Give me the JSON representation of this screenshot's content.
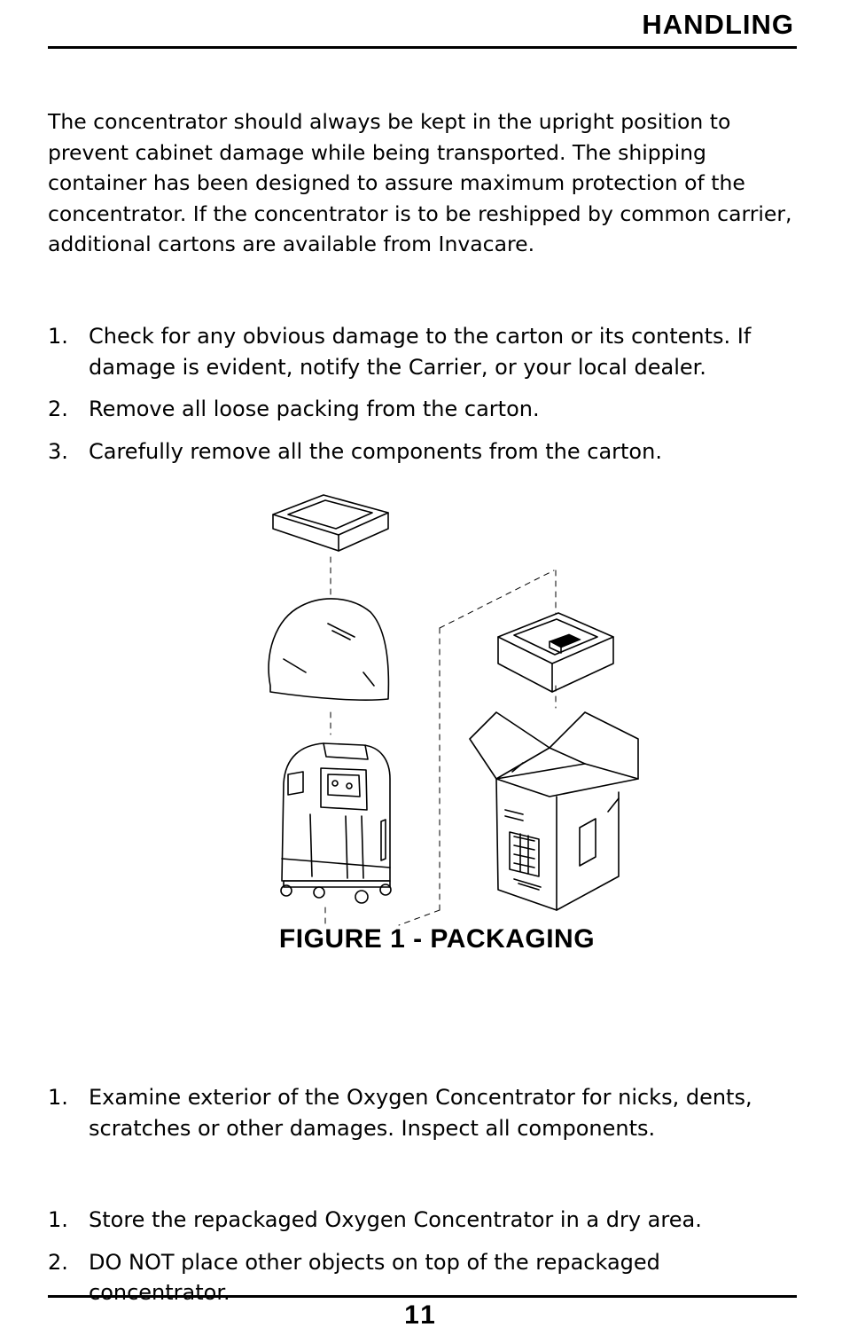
{
  "header": {
    "title": "HANDLING"
  },
  "intro": "The  concentrator should always be kept in the upright position to prevent cabinet damage while being transported. The shipping  container has been designed to assure maximum protection of the concentrator.  If the concentrator is to be reshipped by common carrier, additional cartons are available from Invacare.",
  "unpacking_steps": [
    {
      "num": "1.",
      "text": "Check for any obvious damage to the carton or its contents. If damage is evident, notify the Carrier, or your local dealer."
    },
    {
      "num": "2.",
      "text": "Remove all loose packing from the carton."
    },
    {
      "num": "3.",
      "text": "Carefully remove all the components from the carton."
    }
  ],
  "figure": {
    "caption": "FIGURE 1 - PACKAGING"
  },
  "inspection_steps": [
    {
      "num": "1.",
      "text": "Examine exterior of the Oxygen Concentrator for nicks, dents, scratches or other damages. Inspect all components."
    }
  ],
  "storage_steps": [
    {
      "num": "1.",
      "text": "Store the repackaged Oxygen Concentrator in a dry area."
    },
    {
      "num": "2.",
      "text": "DO NOT place other objects on top of the repackaged concentrator."
    }
  ],
  "footer": {
    "page_number": "11"
  }
}
